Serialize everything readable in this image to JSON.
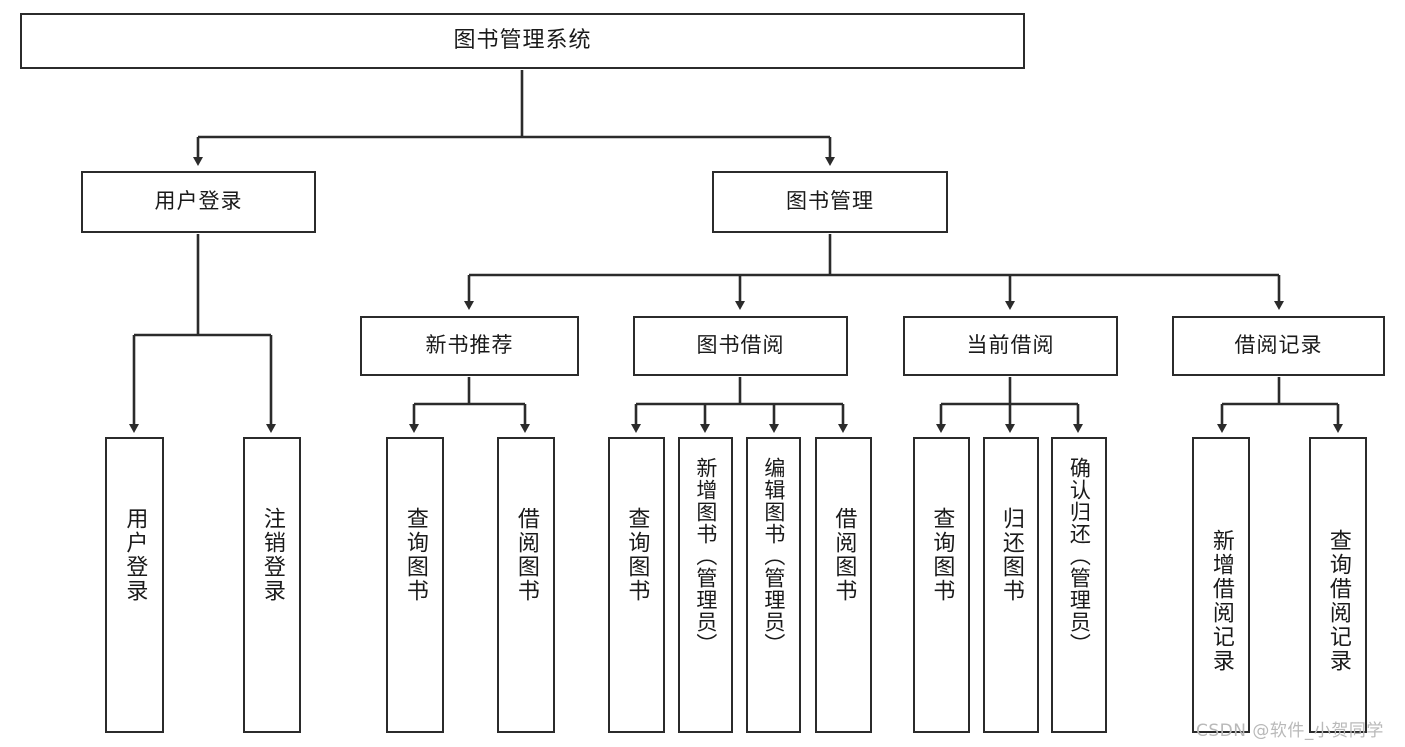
{
  "diagram": {
    "type": "tree-hierarchy-chart",
    "title": "图书管理系统",
    "colors": {
      "stroke": "#2b2b2b",
      "fill": "#ffffff",
      "text": "#1a1a1a",
      "watermark": "#b9b9b9"
    },
    "nodes": {
      "root": {
        "label": "图书管理系统"
      },
      "level2": [
        {
          "id": "user-login",
          "label": "用户登录"
        },
        {
          "id": "book-manage",
          "label": "图书管理"
        }
      ],
      "level3": [
        {
          "id": "new-book-recommend",
          "label": "新书推荐"
        },
        {
          "id": "book-borrow",
          "label": "图书借阅"
        },
        {
          "id": "current-borrow",
          "label": "当前借阅"
        },
        {
          "id": "borrow-record",
          "label": "借阅记录"
        }
      ],
      "leaves": {
        "user-login": [
          {
            "id": "leaf-user-login",
            "label": "用户登录"
          },
          {
            "id": "leaf-logout-login",
            "label": "注销登录"
          }
        ],
        "new-book-recommend": [
          {
            "id": "leaf-query-book-1",
            "label": "查询图书"
          },
          {
            "id": "leaf-borrow-book-1",
            "label": "借阅图书"
          }
        ],
        "book-borrow": [
          {
            "id": "leaf-query-book-2",
            "label": "查询图书"
          },
          {
            "id": "leaf-add-book-admin",
            "label": "新增图书（管理员）"
          },
          {
            "id": "leaf-edit-book-admin",
            "label": "编辑图书（管理员）"
          },
          {
            "id": "leaf-borrow-book-2",
            "label": "借阅图书"
          }
        ],
        "current-borrow": [
          {
            "id": "leaf-query-book-3",
            "label": "查询图书"
          },
          {
            "id": "leaf-return-book",
            "label": "归还图书"
          },
          {
            "id": "leaf-confirm-return-admin",
            "label": "确认归还（管理员）"
          }
        ],
        "borrow-record": [
          {
            "id": "leaf-add-borrow-record",
            "label": "新增借阅记录"
          },
          {
            "id": "leaf-query-borrow-record",
            "label": "查询借阅记录"
          }
        ]
      }
    },
    "watermark": "CSDN @软件_小贺同学"
  }
}
